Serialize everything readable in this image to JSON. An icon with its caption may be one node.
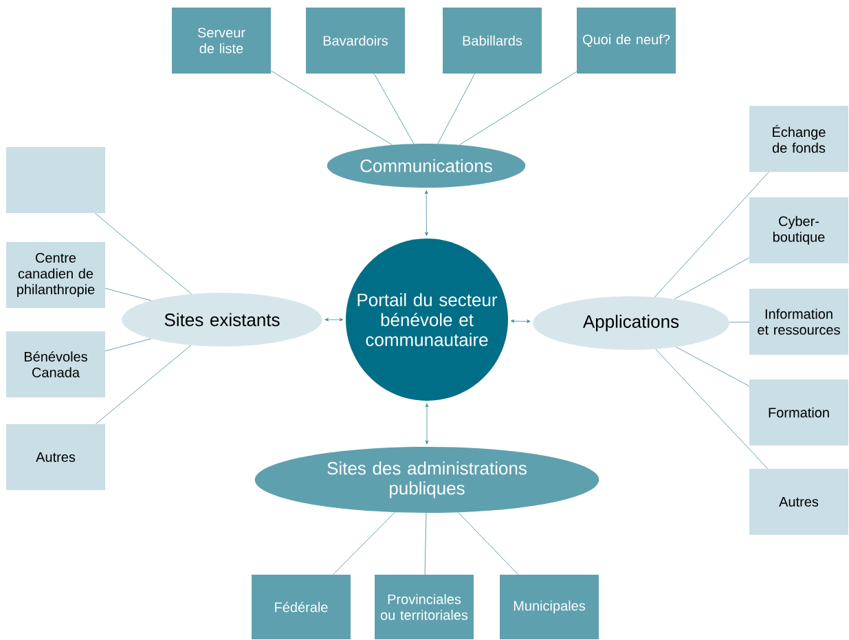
{
  "diagram": {
    "nodes": [
      {
        "text": [
          "Serveur de liste"
        ]
      },
      {
        "text": [
          "Bavardoirs"
        ]
      },
      {
        "text": [
          "Babillards"
        ]
      },
      {
        "text": [
          "Quoi de neuf?"
        ]
      },
      {
        "text": [
          "Communications"
        ]
      },
      {
        "text": [],
        "shape": "box"
      },
      {
        "text": [
          "Centre canadien de philanthropie"
        ]
      },
      {
        "text": [
          "Bénévoles Canada"
        ]
      },
      {
        "text": [
          "Autres"
        ]
      },
      {
        "text": [
          "Sites existants"
        ]
      },
      {
        "text": [
          "Portail du secteur bénévole et communautaire"
        ]
      },
      {
        "text": [
          "Applications"
        ]
      },
      {
        "text": [
          "Échange de fonds"
        ]
      },
      {
        "text": [
          "Cyber-boutique"
        ]
      },
      {
        "text": [
          "Information et ressources"
        ]
      },
      {
        "text": [
          "Formation"
        ]
      },
      {
        "text": [
          "Autres"
        ]
      },
      {
        "text": [
          "Sites des administrations publiques"
        ]
      },
      {
        "text": [
          "Fédérale"
        ]
      },
      {
        "text": [
          "Provinciales ou territoriales"
        ]
      },
      {
        "text": [
          "Municipales"
        ]
      }
    ],
    "edges": [
      {
        "from": 0,
        "to": 4,
        "arrow": "none"
      },
      {
        "from": 1,
        "to": 4,
        "arrow": "none"
      },
      {
        "from": 2,
        "to": 4,
        "arrow": "none"
      },
      {
        "from": 3,
        "to": 4,
        "arrow": "none"
      },
      {
        "from": 5,
        "to": 9,
        "arrow": "none"
      },
      {
        "from": 6,
        "to": 9,
        "arrow": "none"
      },
      {
        "from": 7,
        "to": 9,
        "arrow": "none"
      },
      {
        "from": 8,
        "to": 9,
        "arrow": "none"
      },
      {
        "from": 4,
        "to": 10,
        "arrow": "both"
      },
      {
        "from": 9,
        "to": 10,
        "arrow": "both"
      },
      {
        "from": 11,
        "to": 10,
        "arrow": "both"
      },
      {
        "from": 17,
        "to": 10,
        "arrow": "both"
      },
      {
        "from": 12,
        "to": 11,
        "arrow": "none"
      },
      {
        "from": 13,
        "to": 11,
        "arrow": "none"
      },
      {
        "from": 14,
        "to": 11,
        "arrow": "none"
      },
      {
        "from": 15,
        "to": 11,
        "arrow": "none"
      },
      {
        "from": 16,
        "to": 11,
        "arrow": "none"
      },
      {
        "from": 18,
        "to": 17,
        "arrow": "none"
      },
      {
        "from": 19,
        "to": 17,
        "arrow": "none"
      },
      {
        "from": 20,
        "to": 17,
        "arrow": "none"
      }
    ]
  }
}
